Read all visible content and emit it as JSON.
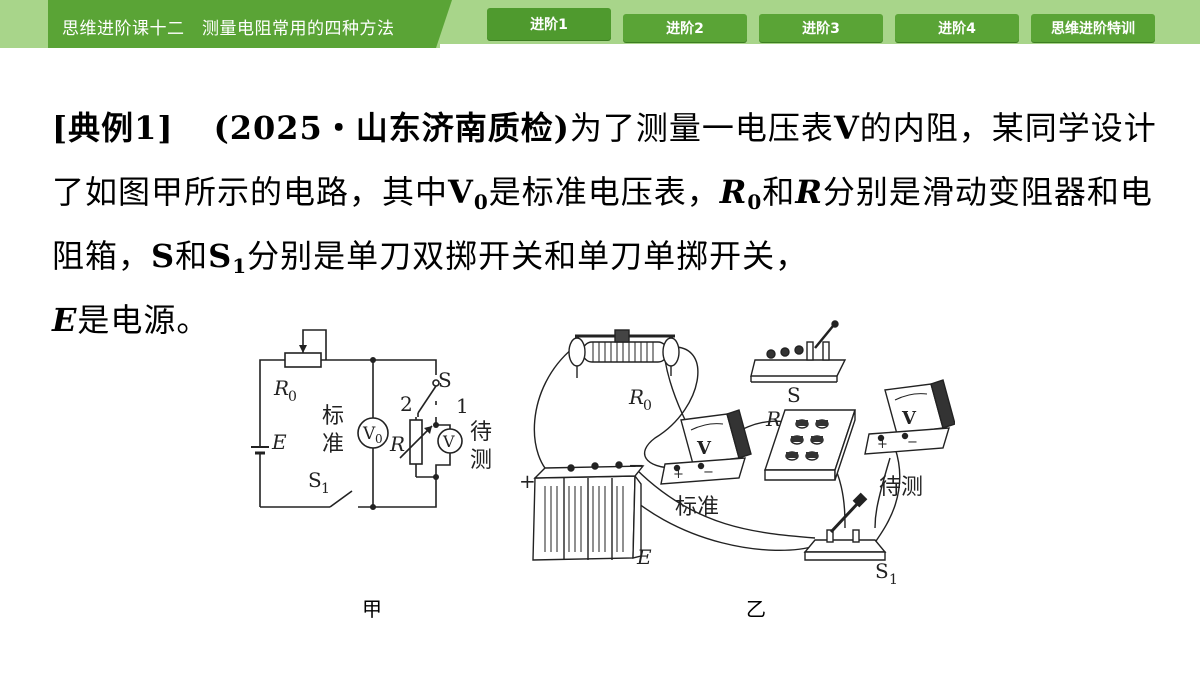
{
  "header": {
    "course_title": "思维进阶课十二　测量电阻常用的四种方法",
    "tabs": [
      "进阶1",
      "进阶2",
      "进阶3",
      "进阶4",
      "思维进阶特训"
    ],
    "active_tab": 0,
    "colors": {
      "band_dark": "#5aa436",
      "band_light": "#a8d58a",
      "tab": "#5aa436"
    }
  },
  "problem": {
    "tag": "[典例1]",
    "source": "(2025・山东济南质检)",
    "text1": "为了测量一电压表",
    "v": "V",
    "text2": "的内阻，某同学设计了如图甲所示的电路，其中",
    "v0_main": "V",
    "v0_sub": "0",
    "text3": "是标准电压表，",
    "r0_main": "R",
    "r0_sub": "0",
    "text4": "和",
    "r": "R",
    "text5": "分别是滑动变阻器和电阻箱，",
    "s": "S",
    "text6": "和",
    "s1_main": "S",
    "s1_sub": "1",
    "text7": "分别是单刀双掷开关和单刀单掷开关，",
    "e": "E",
    "text8": "是电源。"
  },
  "figure_jia": {
    "caption": "甲",
    "labels": {
      "r0": "R",
      "r0_sub": "0",
      "e": "E",
      "s1": "S",
      "s1_sub": "1",
      "s": "S",
      "pos2": "2",
      "pos1": "1",
      "r": "R",
      "v0": "V",
      "v0_sub": "0",
      "v": "V",
      "biao": "标",
      "zhun": "准",
      "dai": "待",
      "ce": "测"
    }
  },
  "figure_yi": {
    "caption": "乙",
    "labels": {
      "r0": "R",
      "r0_sub": "0",
      "s": "S",
      "r": "R",
      "plus": "+",
      "minus": "−",
      "e": "E",
      "biaozhun": "标准",
      "daice": "待测",
      "s1": "S",
      "s1_sub": "1",
      "v": "V",
      "meter_plus": "+",
      "meter_minus": "−"
    }
  }
}
